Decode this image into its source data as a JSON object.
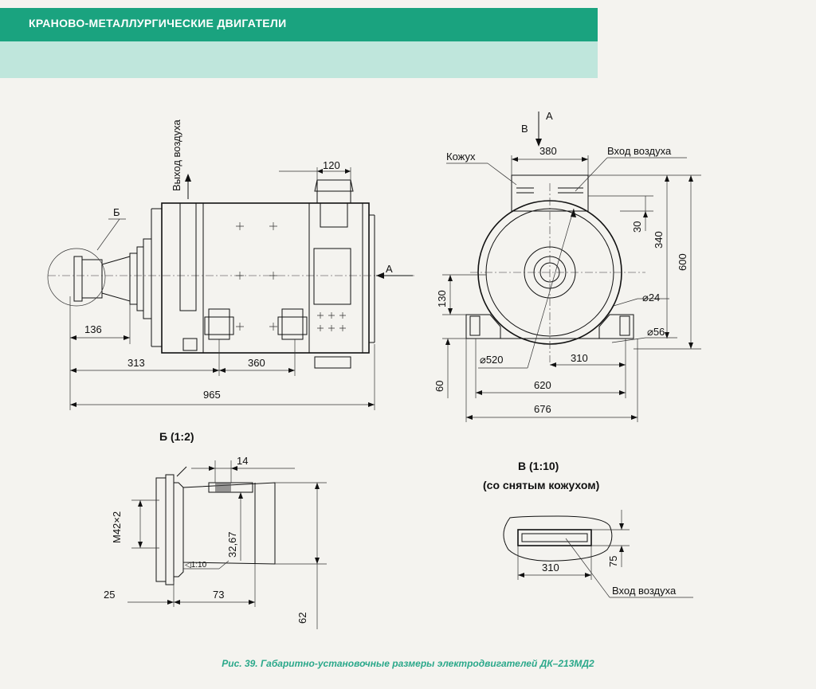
{
  "header": {
    "section_title": "КРАНОВО-МЕТАЛЛУРГИЧЕСКИЕ ДВИГАТЕЛИ"
  },
  "side_view": {
    "label_air_out": "Выход воздуха",
    "label_b": "Б",
    "label_a": "А",
    "dim_120": "120",
    "dim_136": "136",
    "dim_313": "313",
    "dim_360": "360",
    "dim_965": "965"
  },
  "front_view": {
    "label_v": "В",
    "label_a": "А",
    "label_casing": "Кожух",
    "label_air_in": "Вход воздуха",
    "dim_380": "380",
    "dim_30": "30",
    "dim_340": "340",
    "dim_600": "600",
    "dim_130": "130",
    "dim_d24": "⌀24",
    "dim_d56": "⌀56",
    "dim_d520": "⌀520",
    "dim_310": "310",
    "dim_60": "60",
    "dim_620": "620",
    "dim_676": "676"
  },
  "detail_b": {
    "title": "Б (1:2)",
    "dim_14": "14",
    "dim_m42": "M42×2",
    "dim_32_67": "32,67",
    "dim_taper": "◁1:10",
    "dim_25": "25",
    "dim_73": "73",
    "dim_62": "62"
  },
  "detail_v": {
    "title_line1": "В (1:10)",
    "title_line2": "(со снятым кожухом)",
    "dim_310": "310",
    "dim_75": "75",
    "label_air_in": "Вход воздуха"
  },
  "caption": "Рис. 39. Габаритно-установочные размеры электродвигателей ДК–213МД2"
}
